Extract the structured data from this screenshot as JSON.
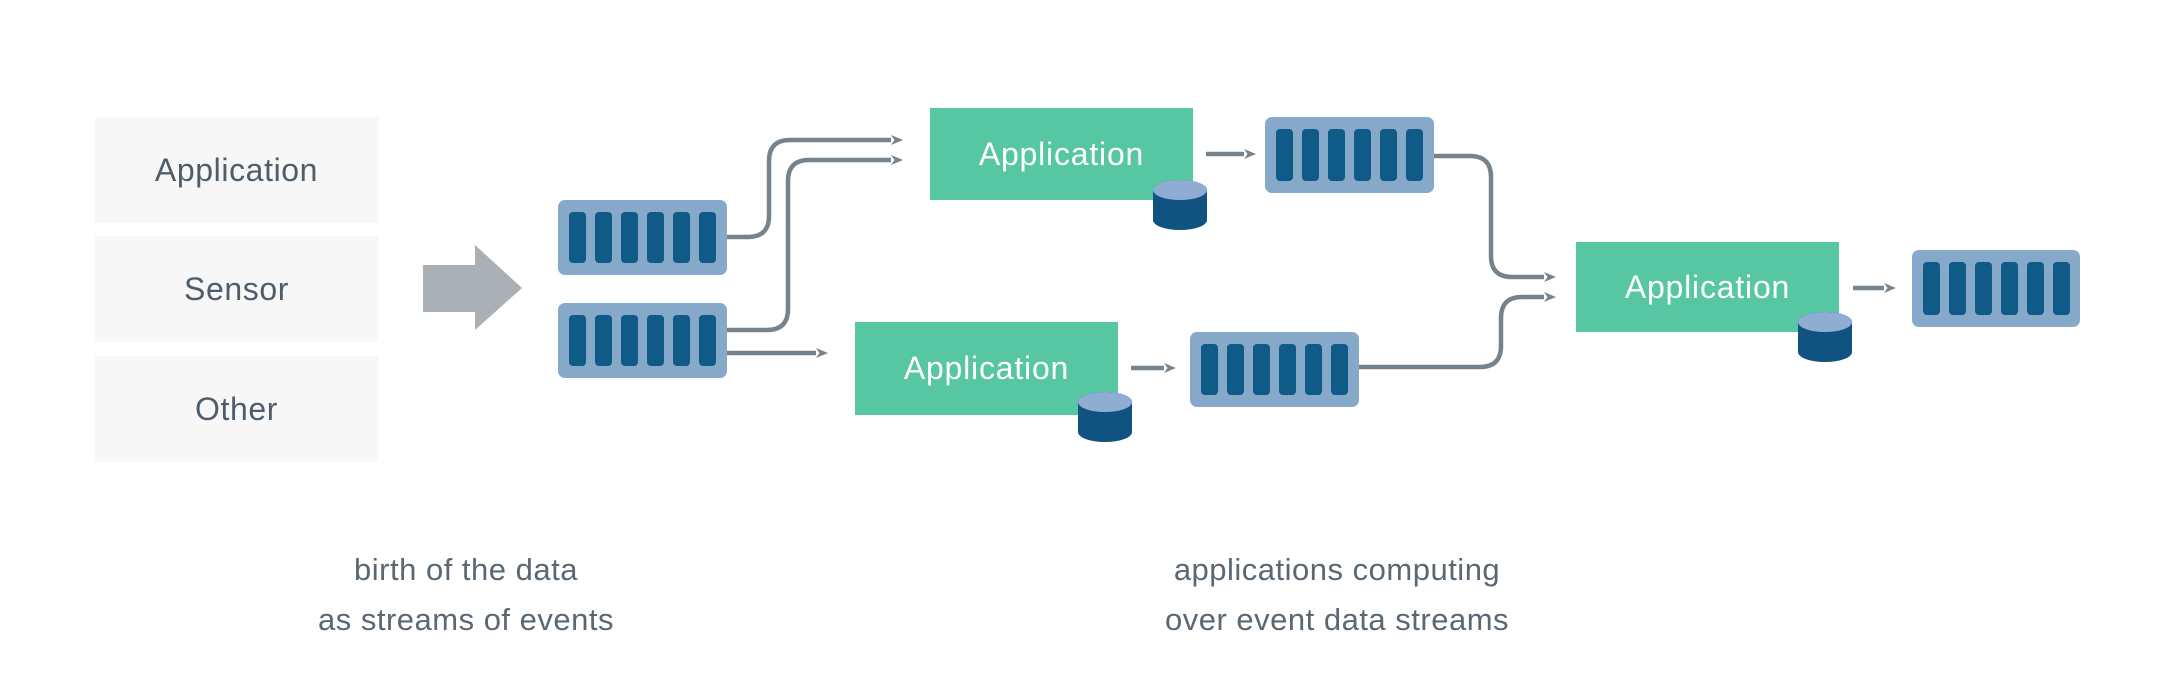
{
  "sources": {
    "items": [
      {
        "label": "Application"
      },
      {
        "label": "Sensor"
      },
      {
        "label": "Other"
      }
    ]
  },
  "nodes": {
    "applications": [
      {
        "label": "Application"
      },
      {
        "label": "Application"
      },
      {
        "label": "Application"
      }
    ]
  },
  "captions": {
    "left": {
      "line1": "birth of the data",
      "line2": "as streams of events"
    },
    "right": {
      "line1": "applications computing",
      "line2": "over event data streams"
    }
  },
  "icons": {
    "event_stream": {
      "name": "event-stream-queue-icon",
      "bar_count": 6,
      "count": 5
    },
    "database": {
      "name": "database-cylinder-icon",
      "count": 3
    },
    "flow_arrow": {
      "name": "flow-arrow-icon"
    }
  },
  "colors": {
    "app_green": "#57c6a2",
    "stream_bg_blue": "#87a9c9",
    "stream_bar_blue": "#0f5a86",
    "cylinder_blue": "#115380",
    "cylinder_top_blue": "#8fadd2",
    "connector_gray": "#76828c",
    "flow_arrow_gray": "#a9b1b6",
    "source_box_bg": "#f7f7f8",
    "source_text": "#4e5d6b",
    "caption_text": "#5a6875"
  }
}
